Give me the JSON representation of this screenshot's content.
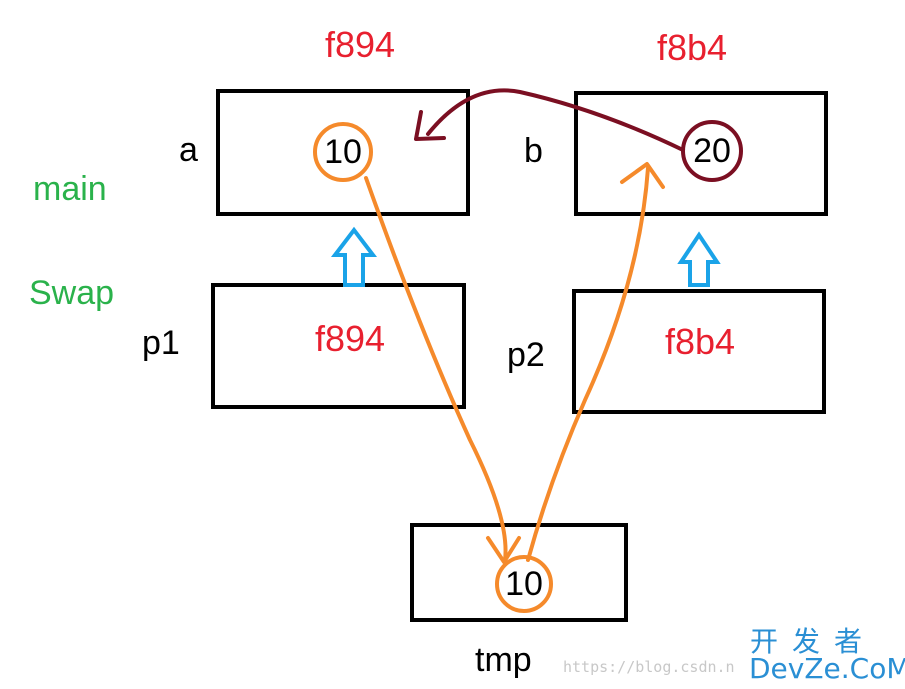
{
  "main_frame": {
    "label": "main",
    "a": {
      "name": "a",
      "address": "f894",
      "value": "10"
    },
    "b": {
      "name": "b",
      "address": "f8b4",
      "value": "20"
    }
  },
  "swap_frame": {
    "label": "Swap",
    "p1": {
      "name": "p1",
      "value": "f894"
    },
    "p2": {
      "name": "p2",
      "value": "f8b4"
    },
    "tmp": {
      "name": "tmp",
      "value": "10"
    }
  },
  "colors": {
    "address": "#e8202f",
    "frame_label": "#2ab24b",
    "tmp_flow": "#f58a2b",
    "b_to_a": "#7b0f22",
    "pointer_arrow": "#1aa3e8"
  },
  "watermark": {
    "url": "https://blog.csdn.n",
    "brand_cn": "开发者",
    "brand_en": "DevZe.CoM"
  }
}
